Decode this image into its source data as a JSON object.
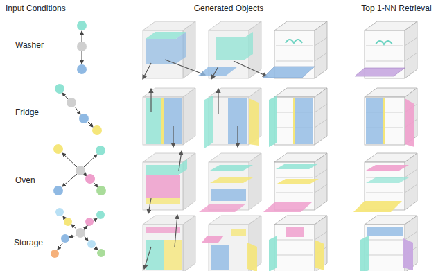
{
  "diagram": {
    "labels": [
      "Input Conditions",
      "Generated Objects",
      "Top 1-NN Retrieval",
      "Washer",
      "Fridge",
      "Oven",
      "Storage"
    ]
  }
}
